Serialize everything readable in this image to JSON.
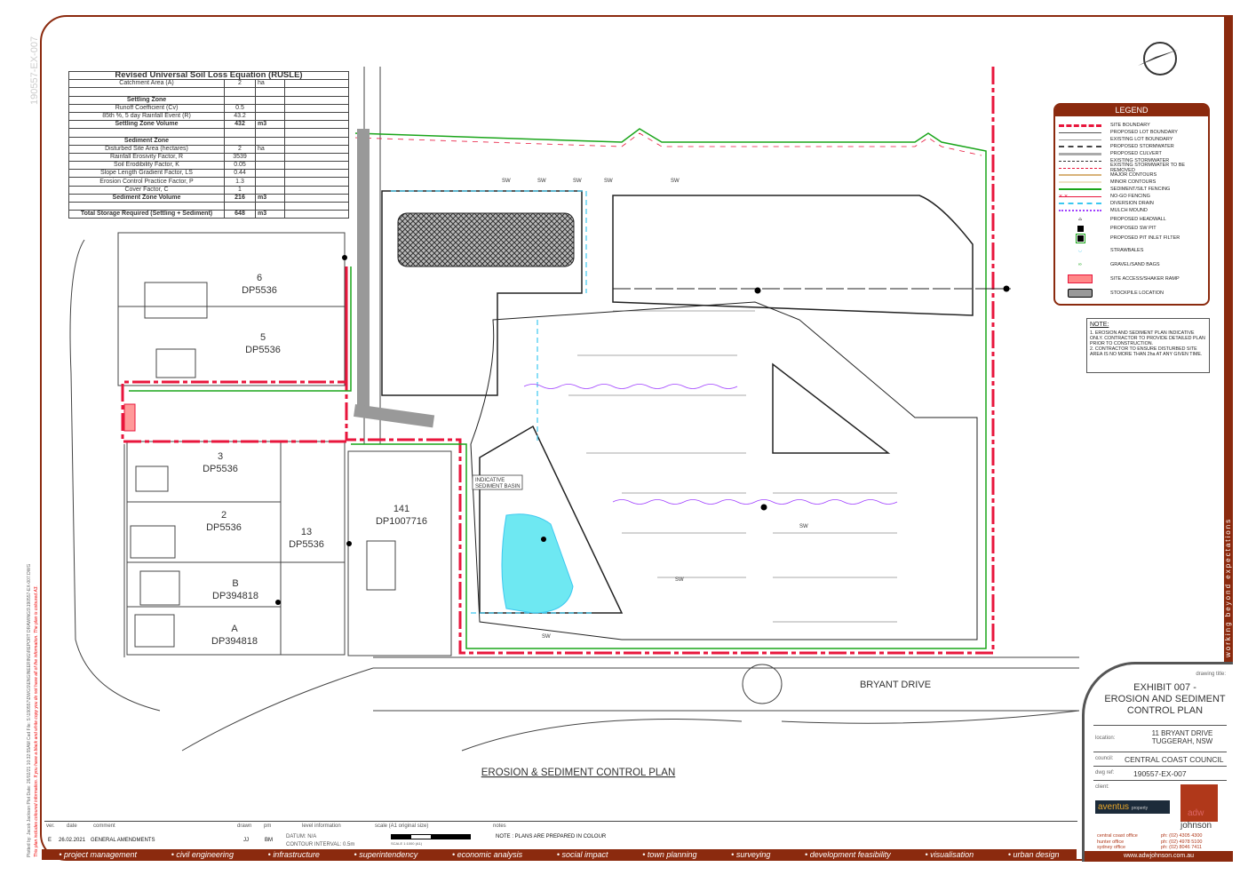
{
  "side_ref": "190557-EX-007",
  "plot_info": "Plotted by: Jacob Jackson  Plot Date: 26/02/21 10:32:55AM  Cad File: S:\\190557\\DWGS\\ENGINEERING\\REPORT DRAWINGS\\190557-EX-007.DWG",
  "plot_warning": "This plan includes coloured information. If you have a black and white copy you do not have all of the information. The plan is coloured A3.",
  "tagline": "working beyond expectations",
  "rusle": {
    "title": "Revised Universal Soil Loss Equation (RUSLE)",
    "rows": [
      {
        "label": "Catchment Area (A)",
        "value": "2",
        "unit": "ha",
        "bold": false
      },
      {
        "label": "",
        "value": "",
        "unit": "",
        "bold": false
      },
      {
        "label": "Settling Zone",
        "value": "",
        "unit": "",
        "bold": true
      },
      {
        "label": "Runoff Coefficient (Cv)",
        "value": "0.5",
        "unit": "",
        "bold": false
      },
      {
        "label": "85th %, 5 day Rainfall Event (R)",
        "value": "43.2",
        "unit": "",
        "bold": false
      },
      {
        "label": "Settling Zone Volume",
        "value": "432",
        "unit": "m3",
        "bold": true
      },
      {
        "label": "",
        "value": "",
        "unit": "",
        "bold": false
      },
      {
        "label": "Sediment Zone",
        "value": "",
        "unit": "",
        "bold": true
      },
      {
        "label": "Disturbed Site Area (hectares)",
        "value": "2",
        "unit": "ha",
        "bold": false
      },
      {
        "label": "Rainfall Erosivity Factor, R",
        "value": "3539",
        "unit": "",
        "bold": false
      },
      {
        "label": "Soil Erodibility Factor, K",
        "value": "0.05",
        "unit": "",
        "bold": false
      },
      {
        "label": "Slope Length Gradient Factor, LS",
        "value": "0.44",
        "unit": "",
        "bold": false
      },
      {
        "label": "Erosion Control Practice Factor, P",
        "value": "1.3",
        "unit": "",
        "bold": false
      },
      {
        "label": "Cover Factor, C",
        "value": "1",
        "unit": "",
        "bold": false
      },
      {
        "label": "Sediment Zone Volume",
        "value": "216",
        "unit": "m3",
        "bold": true
      },
      {
        "label": "",
        "value": "",
        "unit": "",
        "bold": false
      },
      {
        "label": "Total Storage Required (Settling + Sediment)",
        "value": "648",
        "unit": "m3",
        "bold": true
      }
    ]
  },
  "legend": {
    "title": "LEGEND",
    "items": [
      "SITE BOUNDARY",
      "PROPOSED LOT BOUNDARY",
      "EXISTING LOT BOUNDARY",
      "PROPOSED STORMWATER",
      "PROPOSED CULVERT",
      "EXISTING STORMWATER",
      "EXISTING STORMWATER TO BE REMOVED",
      "MAJOR CONTOURS",
      "MINOR CONTOURS",
      "SEDIMENT/SILT FENCING",
      "NO-GO FENCING",
      "DIVERSION DRAIN",
      "MULCH MOUND",
      "PROPOSED HEADWALL",
      "PROPOSED SW PIT",
      "PROPOSED PIT INLET FILTER",
      "STRAWBALES",
      "GRAVEL/SAND BAGS",
      "SITE ACCESS/SHAKER RAMP",
      "STOCKPILE LOCATION"
    ]
  },
  "note": {
    "title": "NOTE:",
    "items": [
      "1.  EROSION AND SEDIMENT PLAN INDICATIVE ONLY. CONTRACTOR TO PROVIDE DETAILED PLAN PRIOR TO CONSTRUCTION.",
      "2.  CONTRACTOR TO ENSURE DISTURBED SITE AREA IS NO MORE THAN 2ha AT ANY GIVEN TIME."
    ]
  },
  "map": {
    "lots": [
      {
        "num": "6",
        "dp": "DP5536"
      },
      {
        "num": "5",
        "dp": "DP5536"
      },
      {
        "num": "3",
        "dp": "DP5536"
      },
      {
        "num": "2",
        "dp": "DP5536"
      },
      {
        "num": "13",
        "dp": "DP5536"
      },
      {
        "num": "141",
        "dp": "DP1007716"
      },
      {
        "num": "B",
        "dp": "DP394818"
      },
      {
        "num": "A",
        "dp": "DP394818"
      }
    ],
    "basin_label_1": "INDICATIVE",
    "basin_label_2": "SEDIMENT BASIN",
    "road": "BRYANT DRIVE",
    "sw": "SW",
    "plan_title": "EROSION & SEDIMENT CONTROL PLAN"
  },
  "title_block": {
    "drawing_title_label": "drawing title:",
    "title_lines": [
      "EXHIBIT 007 -",
      "EROSION AND SEDIMENT",
      "CONTROL PLAN"
    ],
    "location_label": "location:",
    "location_lines": [
      "11 BRYANT DRIVE",
      "TUGGERAH, NSW"
    ],
    "council_label": "council:",
    "council": "CENTRAL COAST COUNCIL",
    "dwg_ref_label": "dwg ref:",
    "dwg_ref": "190557-EX-007",
    "client_label": "client:",
    "client": "aventus",
    "client_sub": "property",
    "firm": "johnson",
    "firm_mark": "adw",
    "offices": [
      {
        "name": "central coast office",
        "ph": "ph: (02) 4305 4300"
      },
      {
        "name": "hunter office",
        "ph": "ph: (02) 4978 5100"
      },
      {
        "name": "sydney office",
        "ph": "ph: (02) 8046 7411"
      }
    ],
    "website": "www.adwjohnson.com.au"
  },
  "revision": {
    "headers": [
      "ver.",
      "date",
      "comment",
      "drawn",
      "pm",
      "level information",
      "scale (A1 original size)",
      "notes"
    ],
    "ver": "E",
    "date": "26.02.2021",
    "comment": "GENERAL AMENDMENTS",
    "drawn": "JJ",
    "pm": "BM",
    "datum": "DATUM: N/A",
    "contour": "CONTOUR INTERVAL: 0.5m",
    "scale_text": "SCALE 1:1000 (A1)",
    "note": "NOTE : PLANS ARE PREPARED IN COLOUR"
  },
  "services": [
    "project management",
    "civil engineering",
    "infrastructure",
    "superintendency",
    "economic analysis",
    "social impact",
    "town planning",
    "surveying",
    "development feasibility",
    "visualisation",
    "urban design"
  ],
  "colors": {
    "brand": "#8b2a0e",
    "site_boundary": "#e8163c",
    "silt_fence": "#1aa51a",
    "diversion": "#3cc8f0",
    "mulch": "#a040ff",
    "basin": "#6ee8f2"
  }
}
